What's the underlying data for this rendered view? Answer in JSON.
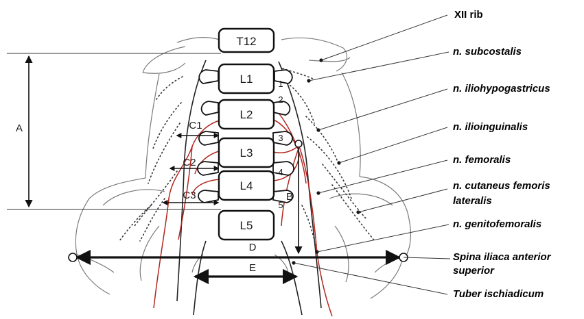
{
  "vertebrae": [
    "T12",
    "L1",
    "L2",
    "L3",
    "L4",
    "L5"
  ],
  "nerve_root_numbers": [
    "1",
    "2",
    "3",
    "4",
    "5"
  ],
  "dimension_labels": {
    "A": "A",
    "B": "B",
    "C1": "C1",
    "C2": "C2",
    "C3": "C3",
    "D": "D",
    "E": "E"
  },
  "labels": {
    "rib": "XII rib",
    "subcostalis": "n. subcostalis",
    "iliohypogastricus": "n. iliohypogastricus",
    "ilioinguinalis": "n. ilioinguinalis",
    "femoralis": "n. femoralis",
    "cutaneus_line1": "n. cutaneus femoris",
    "cutaneus_line2": "lateralis",
    "genitofemoralis": "n. genitofemoralis",
    "spina_line1": "Spina iliaca anterior",
    "spina_line2": "superior",
    "tuber": "Tuber ischiadicum"
  },
  "colors": {
    "nerve_red": "#b3261e",
    "outline_gray": "#7a7a7a",
    "ink": "#111111"
  }
}
